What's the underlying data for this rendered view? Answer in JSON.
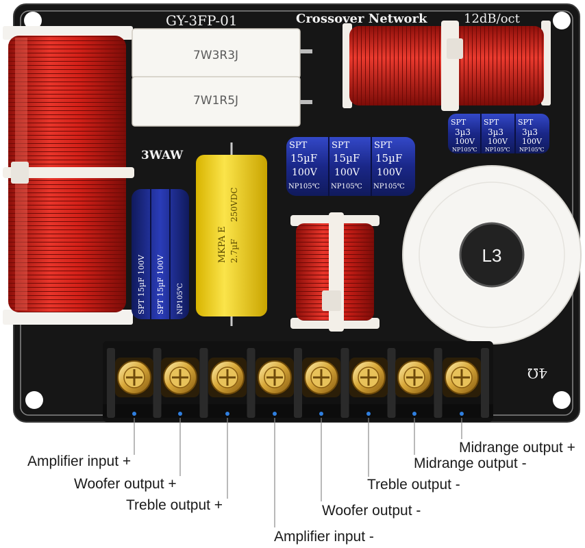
{
  "board": {
    "model": "GY-3FP-01",
    "title": "Crossover Network",
    "slope": "12dB/oct",
    "power_label": "3WAW",
    "corner_mark": "4Ω",
    "colors": {
      "pcb": "#141414",
      "copper": "#d8241c",
      "cap_blue": "#1d2b8c",
      "cap_yellow": "#f2d21a",
      "terminal_gold": "#c99a2e"
    }
  },
  "resistors": [
    {
      "label": "7W3R3J"
    },
    {
      "label": "7W1R5J"
    }
  ],
  "capacitors": {
    "treble_bank": {
      "brand": "SPT",
      "value": "15µF",
      "voltage": "100V",
      "rating": "NP105℃"
    },
    "small_bank": {
      "brand": "SPT",
      "value": "3µ3",
      "voltage": "100V",
      "rating": "NP105℃"
    },
    "side_bank": {
      "brand": "SPT",
      "value": "15µF",
      "voltage": "100V",
      "rating": "NP105℃"
    },
    "film_cap": {
      "brand": "MKPA E",
      "value": "2.7µF",
      "voltage": "250VDC"
    }
  },
  "inductor_label": "L3",
  "terminals": [
    {
      "label": "Amplifier input +"
    },
    {
      "label": "Woofer output +"
    },
    {
      "label": "Treble output +"
    },
    {
      "label": "Amplifier input -"
    },
    {
      "label": "Woofer output -"
    },
    {
      "label": "Treble output -"
    },
    {
      "label": "Midrange output -"
    },
    {
      "label": "Midrange output +"
    }
  ]
}
